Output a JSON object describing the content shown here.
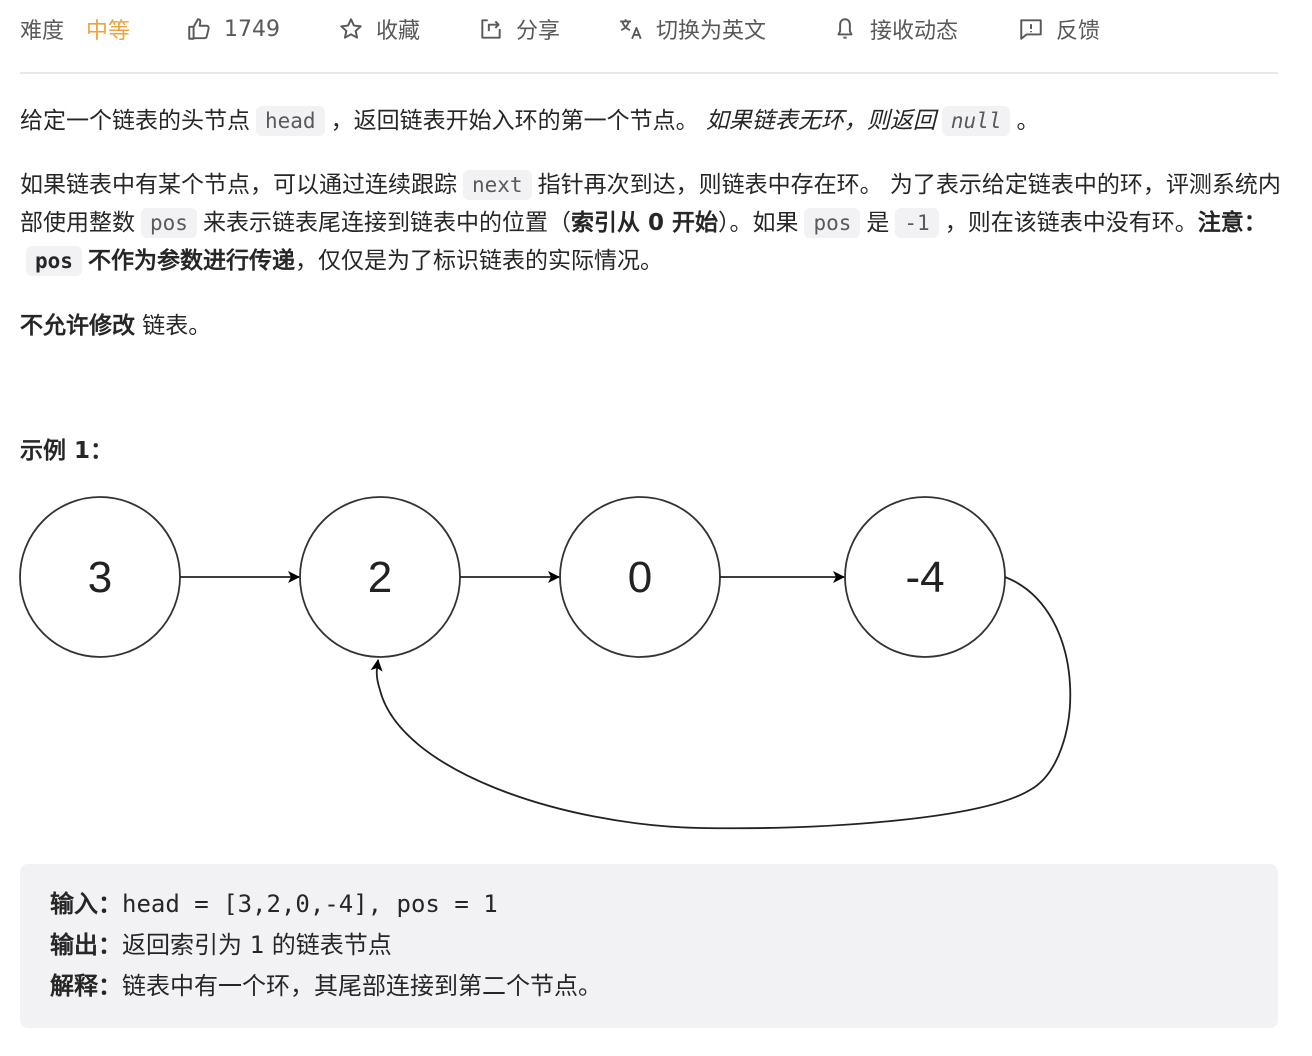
{
  "toolbar": {
    "difficulty_label": "难度",
    "difficulty_value": "中等",
    "difficulty_color": "#f0a33c",
    "likes_icon": "thumbs-up-icon",
    "likes_count": "1749",
    "favorite_icon": "star-icon",
    "favorite_label": "收藏",
    "share_icon": "share-icon",
    "share_label": "分享",
    "translate_icon": "translate-icon",
    "translate_label": "切换为英文",
    "subscribe_icon": "bell-icon",
    "subscribe_label": "接收动态",
    "feedback_icon": "feedback-icon",
    "feedback_label": "反馈"
  },
  "description": {
    "p1": {
      "t1": "给定一个链表的头节点",
      "c1": "head",
      "t2": "，返回链表开始入环的第一个节点。",
      "it1": "如果链表无环，则返回",
      "c2": "null",
      "t3": "。"
    },
    "p2": {
      "t1": "如果链表中有某个节点，可以通过连续跟踪",
      "c1": "next",
      "t2": "指针再次到达，则链表中存在环。 为了表示给定链表中的环，评测系统内部使用整数",
      "c2": "pos",
      "t3": "来表示链表尾连接到链表中的位置（",
      "b1": "索引从 0 开始",
      "t4": "）。如果",
      "c3": "pos",
      "t5": "是",
      "c4": "-1",
      "t6": "，则在该链表中没有环。",
      "b2": "注意：",
      "c5": "pos",
      "b3": "不作为参数进行传递",
      "t7": "，仅仅是为了标识链表的实际情况。"
    },
    "p3": {
      "b1": "不允许修改",
      "t1": " 链表。"
    }
  },
  "example": {
    "title": "示例 1：",
    "nodes": [
      "3",
      "2",
      "0",
      "-4"
    ],
    "cycle_to_index": 1,
    "input_label": "输入：",
    "input_value": "head = [3,2,0,-4], pos = 1",
    "output_label": "输出：",
    "output_t1": "返回索引为 ",
    "output_code": "1",
    "output_t2": " 的链表节点",
    "explain_label": "解释：",
    "explain_value": "链表中有一个环，其尾部连接到第二个节点。"
  }
}
